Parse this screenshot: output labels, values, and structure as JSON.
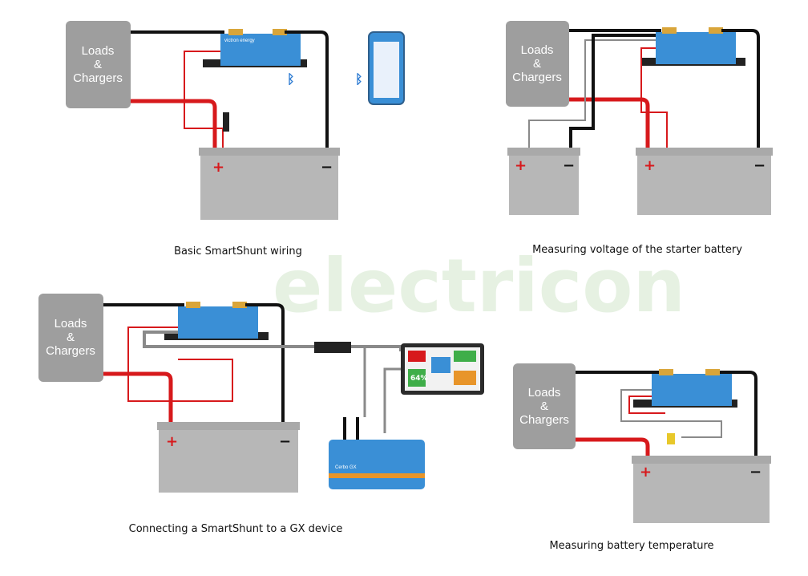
{
  "watermark": "electricon",
  "loads_label": [
    "Loads",
    "&",
    "Chargers"
  ],
  "captions": {
    "basic": "Basic SmartShunt wiring",
    "starter": "Measuring voltage of the starter battery",
    "gx": "Connecting a SmartShunt to a GX device",
    "temperature": "Measuring battery temperature"
  },
  "terminals": {
    "plus": "+",
    "minus": "−"
  },
  "devices": {
    "shunt_brand": "victron energy",
    "gx_name": "Cerbo GX",
    "bluetooth_symbol": "ᛒ"
  },
  "gx_screen_value": "64%",
  "colors": {
    "positive_wire": "#d7191c",
    "negative_wire": "#111111",
    "signal_wire": "#8a8a8a",
    "box": "#9e9e9e",
    "battery": "#b7b7b7",
    "shunt_blue": "#3a8fd6",
    "copper": "#d9a53a"
  }
}
